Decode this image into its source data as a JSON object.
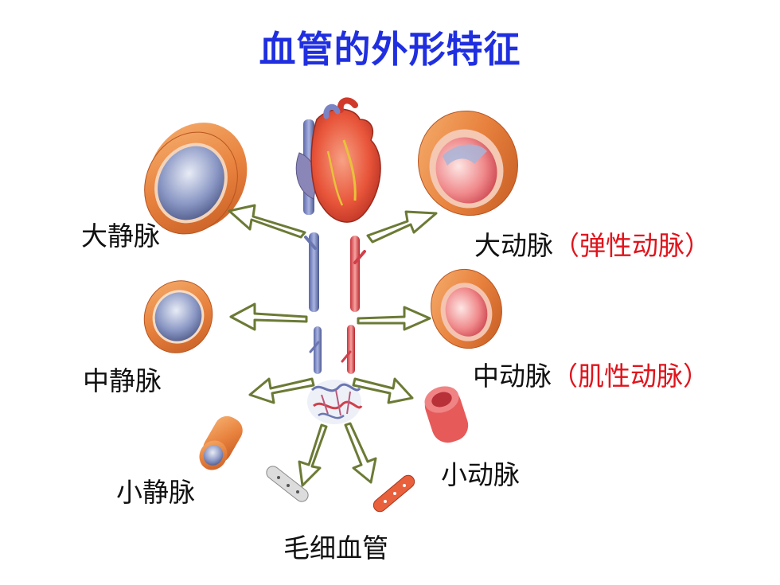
{
  "title": "血管的外形特征",
  "labels": {
    "large_vein": "大静脉",
    "large_artery": "大动脉",
    "large_artery_note": "（弹性动脉）",
    "medium_vein": "中静脉",
    "medium_artery": "中动脉",
    "medium_artery_note": "（肌性动脉）",
    "small_vein": "小静脉",
    "small_artery": "小动脉",
    "capillary": "毛细血管"
  },
  "colors": {
    "title": "#1f2fe0",
    "note": "#e0141c",
    "vessel_outer": "#e8823e",
    "vein_lumen": "#6b7bab",
    "artery_lumen": "#e85a64",
    "arrow": "#6b7a35"
  }
}
